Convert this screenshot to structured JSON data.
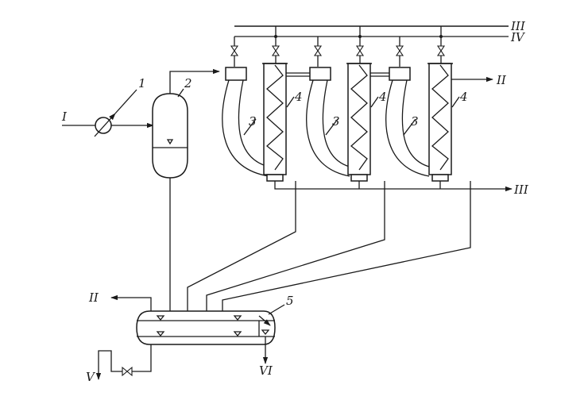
{
  "streams": {
    "I": "I",
    "II_top": "II",
    "II_left": "II",
    "III_top": "III",
    "III_right": "III",
    "IV": "IV",
    "V": "V",
    "VI": "VI"
  },
  "labels": {
    "heater": "1",
    "vessel": "2",
    "hose_1": "3",
    "hose_2": "3",
    "hose_3": "3",
    "column_1": "4",
    "column_2": "4",
    "column_3": "4",
    "collector": "5"
  },
  "colors": {
    "line": "#1a1a1a",
    "background": "#ffffff"
  }
}
